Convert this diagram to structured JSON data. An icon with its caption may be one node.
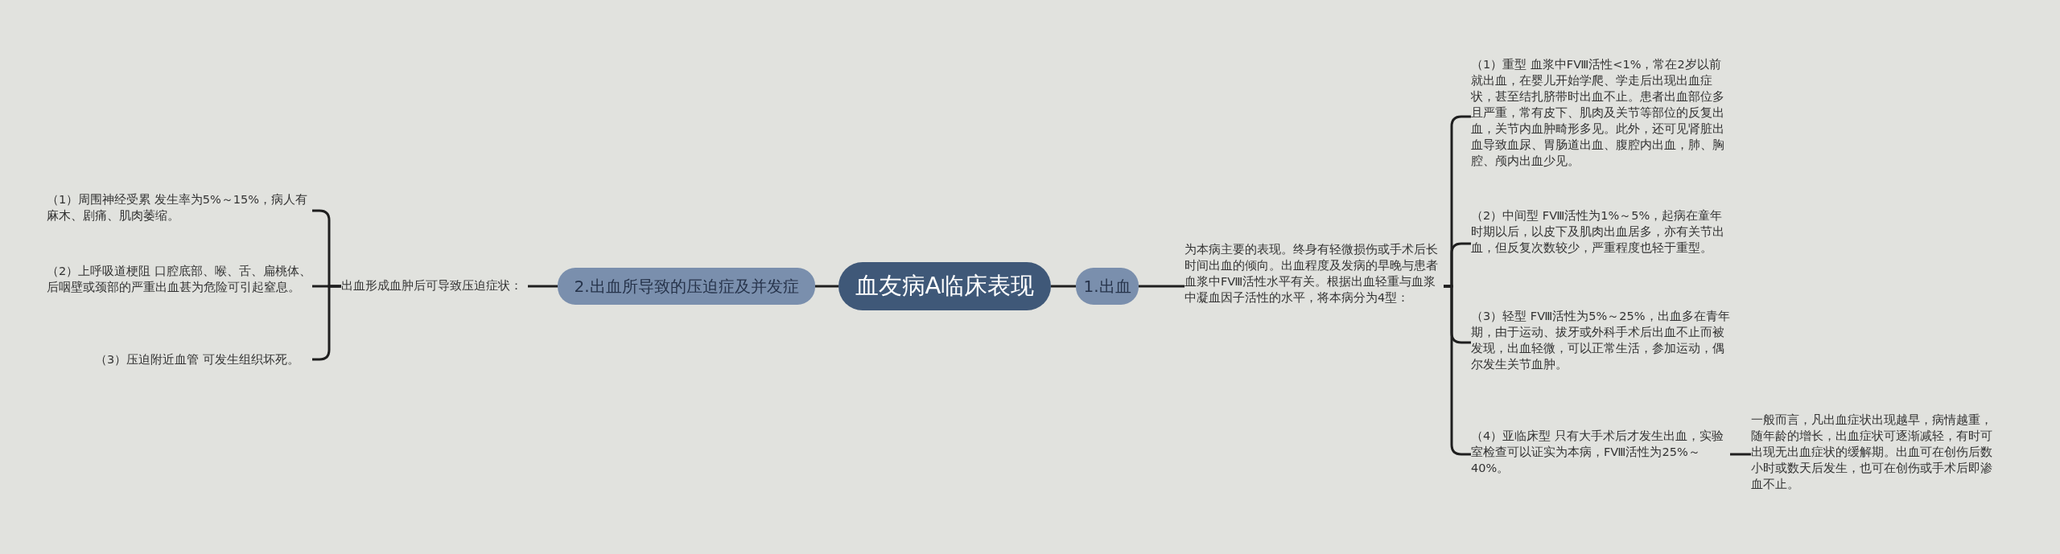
{
  "diagram": {
    "nodes": [
      {
        "text": [
          "血友病A临床表现"
        ]
      },
      {
        "text": [
          "1.出血"
        ]
      },
      {
        "text": [
          "为本病主要的表现。终身有轻微损伤或手术后长时间出血的倾向。出血程度及发病的早晚与患者血浆中FⅧ活性水平有关。根据出血轻重与血浆中凝血因子活性的水平，将本病分为4型："
        ]
      },
      {
        "text": [
          "（1）重型 血浆中FⅧ活性<1%，常在2岁以前就出血，在婴儿开始学爬、学走后出现出血症状，甚至结扎脐带时出血不止。患者出血部位多且严重，常有皮下、肌肉及关节等部位的反复出血，关节内血肿畸形多见。此外，还可见肾脏出血导致血尿、胃肠道出血、腹腔内出血，肺、胸腔、颅内出血少见。"
        ]
      },
      {
        "text": [
          "（2）中间型 FⅧ活性为1%～5%，起病在童年时期以后，以皮下及肌肉出血居多，亦有关节出血，但反复次数较少，严重程度也轻于重型。"
        ]
      },
      {
        "text": [
          "（3）轻型 FⅧ活性为5%～25%，出血多在青年期，由于运动、拔牙或外科手术后出血不止而被发现，出血轻微，可以正常生活，参加运动，偶尔发生关节血肿。"
        ]
      },
      {
        "text": [
          "（4）亚临床型 只有大手术后才发生出血，实验室检查可以证实为本病，FⅧ活性为25%～40%。"
        ]
      },
      {
        "text": [
          "一般而言，凡出血症状出现越早，病情越重，随年龄的增长，出血症状可逐渐减轻，有时可出现无出血症状的缓解期。出血可在创伤后数小时或数天后发生，也可在创伤或手术后即渗血不止。"
        ]
      },
      {
        "text": [
          "2.出血所导致的压迫症及并发症"
        ]
      },
      {
        "text": [
          "出血形成血肿后可导致压迫症状："
        ]
      },
      {
        "text": [
          "（1）周围神经受累 发生率为5%～15%，病人有麻木、剧痛、肌肉萎缩。"
        ]
      },
      {
        "text": [
          "（2）上呼吸道梗阻 口腔底部、喉、舌、扁桃体、后咽壁或颈部的严重出血甚为危险可引起窒息。"
        ]
      },
      {
        "text": [
          "（3）压迫附近血管 可发生组织坏死。"
        ]
      }
    ],
    "edges": [
      {
        "from": 0,
        "to": 1,
        "arrow": "none"
      },
      {
        "from": 1,
        "to": 2,
        "arrow": "none"
      },
      {
        "from": 2,
        "to": 3,
        "arrow": "none"
      },
      {
        "from": 2,
        "to": 4,
        "arrow": "none"
      },
      {
        "from": 2,
        "to": 5,
        "arrow": "none"
      },
      {
        "from": 2,
        "to": 6,
        "arrow": "none"
      },
      {
        "from": 6,
        "to": 7,
        "arrow": "none"
      },
      {
        "from": 0,
        "to": 8,
        "arrow": "none"
      },
      {
        "from": 8,
        "to": 9,
        "arrow": "none"
      },
      {
        "from": 9,
        "to": 10,
        "arrow": "none"
      },
      {
        "from": 9,
        "to": 11,
        "arrow": "none"
      },
      {
        "from": 9,
        "to": 12,
        "arrow": "none"
      }
    ]
  }
}
